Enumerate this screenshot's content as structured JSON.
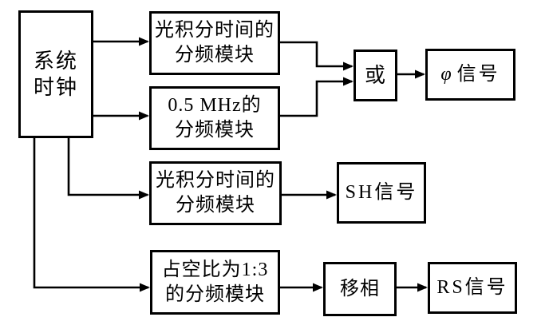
{
  "diagram": {
    "title": "clock-signal-generation-block-diagram",
    "colors": {
      "background": "#ffffff",
      "line": "#000000",
      "text": "#000000"
    },
    "nodes": {
      "system_clock": {
        "line1": "系统",
        "line2": "时钟"
      },
      "divider_integration_top": {
        "line1": "光积分时间的",
        "line2": "分频模块"
      },
      "divider_05mhz": {
        "line1": "0.5 MHz的",
        "line2": "分频模块"
      },
      "or_gate": {
        "label": "或"
      },
      "phi_signal": {
        "symbol": "φ",
        "label": "信号"
      },
      "divider_integration_mid": {
        "line1": "光积分时间的",
        "line2": "分频模块"
      },
      "sh_signal": {
        "label": "SH信号"
      },
      "divider_duty_1_3": {
        "line1": "占空比为1:3",
        "line2": "的分频模块"
      },
      "phase_shift": {
        "label": "移相"
      },
      "rs_signal": {
        "label": "RS信号"
      }
    }
  }
}
